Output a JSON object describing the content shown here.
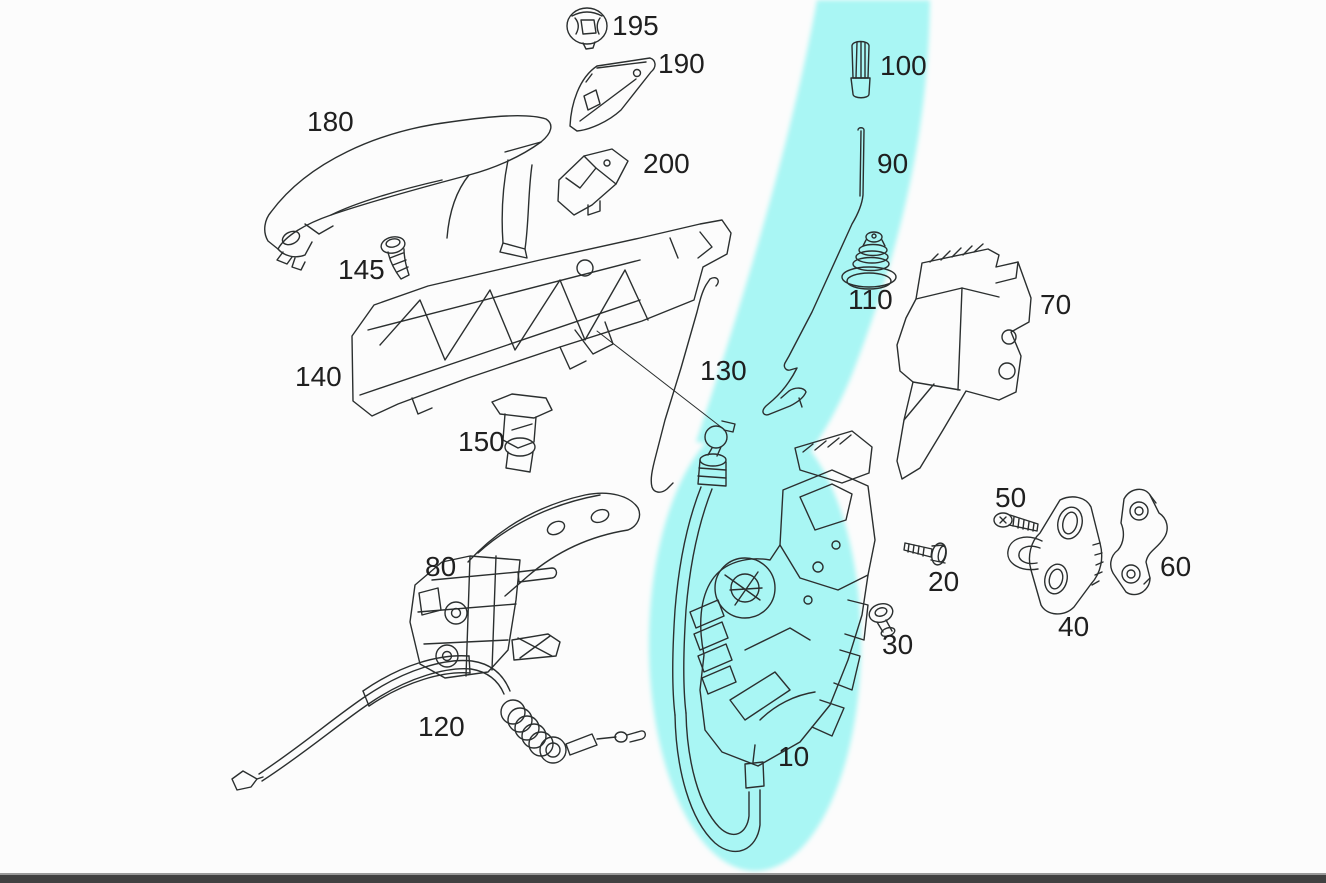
{
  "diagram": {
    "type": "exploded-parts-view",
    "background_color": "#fcfcfc",
    "line_color": "#2b2f2f",
    "highlight_color": "#a9f6f4",
    "footer_bar_color": "#414141",
    "part_labels": {
      "p10": "10",
      "p20": "20",
      "p30": "30",
      "p40": "40",
      "p50": "50",
      "p60": "60",
      "p70": "70",
      "p80": "80",
      "p90": "90",
      "p100": "100",
      "p110": "110",
      "p120": "120",
      "p130": "130",
      "p140": "140",
      "p145": "145",
      "p150": "150",
      "p180": "180",
      "p190": "190",
      "p195": "195",
      "p200": "200"
    }
  }
}
